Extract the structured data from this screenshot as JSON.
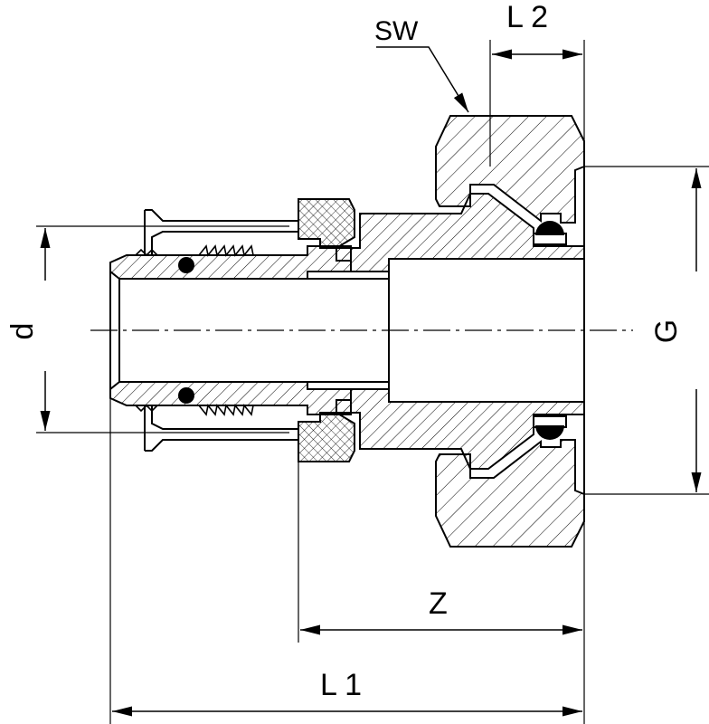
{
  "labels": {
    "sw": "SW",
    "l2": "L 2",
    "d": "d",
    "g": "G",
    "z": "Z",
    "l1": "L 1"
  }
}
